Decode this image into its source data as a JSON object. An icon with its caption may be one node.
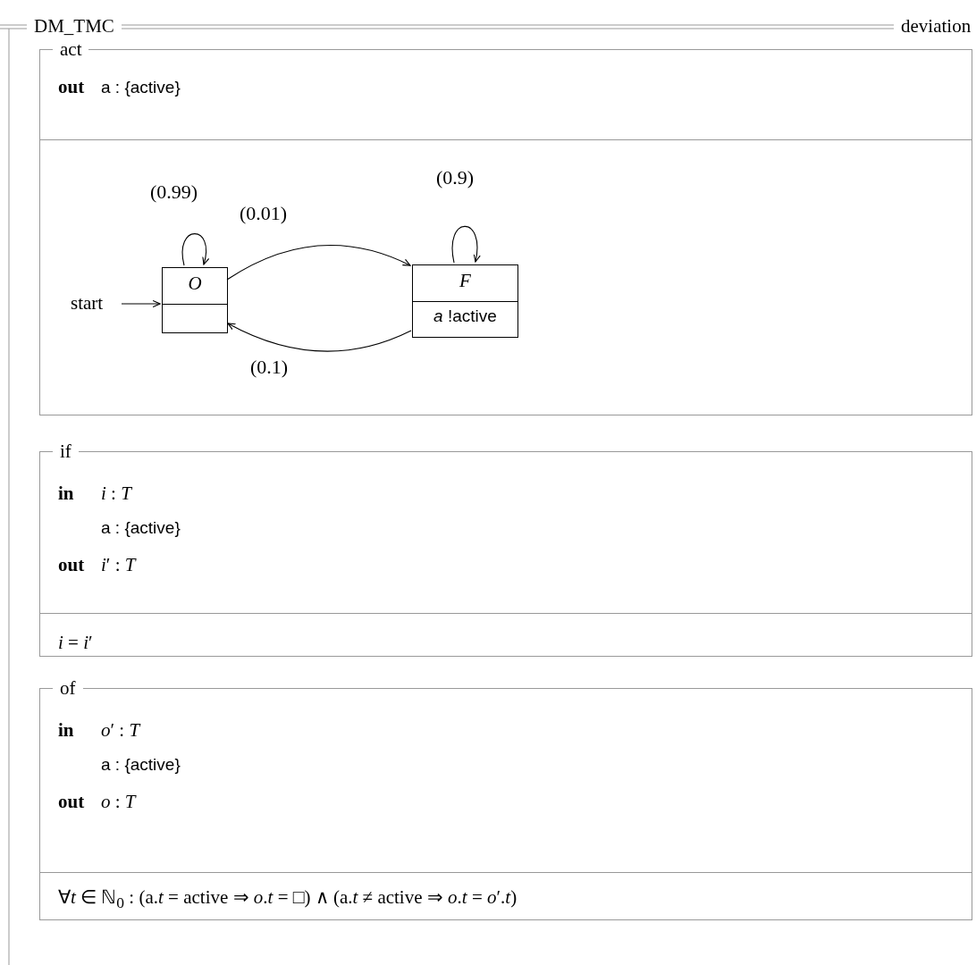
{
  "diagram": {
    "nodes": [
      {
        "text": [
          "DM_TMC",
          "deviation"
        ]
      },
      {
        "text": [
          "act",
          "out",
          "a : {active}"
        ],
        "in": 0
      },
      {
        "text": [
          "*O*"
        ],
        "in": 1
      },
      {
        "text": [
          "*F*",
          "*a* !active"
        ],
        "in": 1
      },
      {
        "text": [
          "start"
        ],
        "in": 1
      },
      {
        "text": [
          "if",
          "in",
          "*i* : *T*",
          "a : {active}",
          "out",
          "*i*′ : *T*",
          "*i* = *i*′"
        ],
        "in": 0
      },
      {
        "text": [
          "of",
          "in",
          "*o*′ : *T*",
          "a : {active}",
          "out",
          "*o* : *T*",
          "∀*t* ∈ ℕ$_{0}$ :  (a.*t* = active ⇒ *o*.*t* = □) ∧ (a.*t* ≠ active ⇒ *o*.*t* = *o*′.*t*)"
        ],
        "in": 0
      }
    ],
    "edges": [
      {
        "from": 4,
        "to": 2,
        "arrow": "to"
      },
      {
        "from": 2,
        "to": 2,
        "arrow": "to",
        "label": "(0.99)"
      },
      {
        "from": 2,
        "to": 3,
        "arrow": "to",
        "label": "(0.01)"
      },
      {
        "from": 3,
        "to": 3,
        "arrow": "to",
        "label": "(0.9)"
      },
      {
        "from": 3,
        "to": 2,
        "arrow": "to",
        "label": "(0.1)"
      }
    ]
  }
}
